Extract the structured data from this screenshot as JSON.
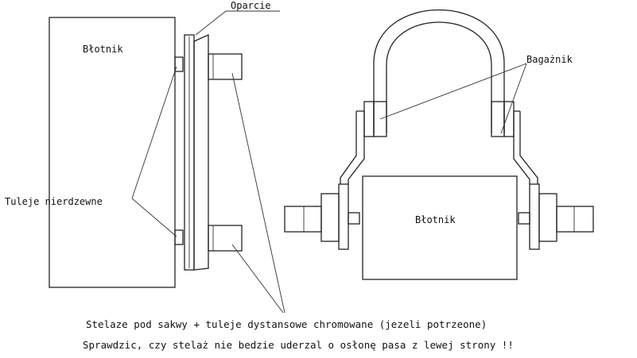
{
  "labels": {
    "oparcie": "Oparcie",
    "blotnik_left": "Błotnik",
    "bagaznik": "Bagażnik",
    "tuleje": "Tuleje nierdzewne",
    "blotnik_right": "Błotnik"
  },
  "notes": {
    "line1": "Stelaze pod sakwy + tuleje dystansowe chromowane (jezeli potrzeone)",
    "line2": "Sprawdzic, czy stelaż nie bedzie uderzal o osłonę pasa z lewej strony !!"
  }
}
